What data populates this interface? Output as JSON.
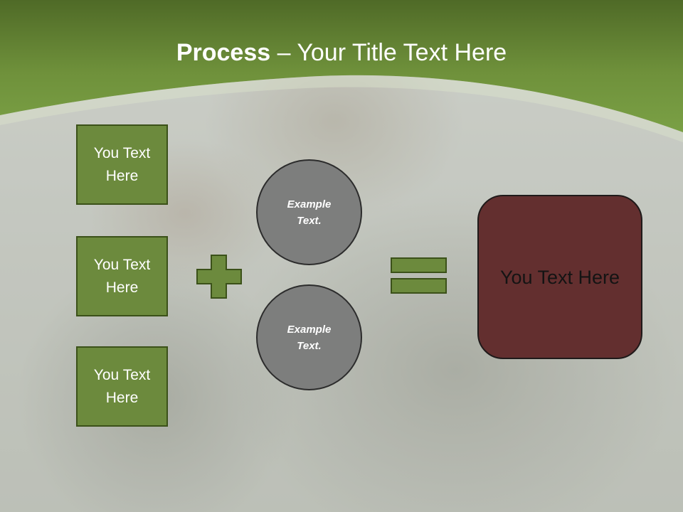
{
  "colors": {
    "header_green": "#6e8e3a",
    "box_green": "#6c8a3d",
    "circle_gray": "#7d7e7d",
    "result_maroon": "#632f2f",
    "operator_green": "#6c8a3d"
  },
  "title": {
    "bold": "Process",
    "rest": " – Your Title Text Here"
  },
  "boxes": [
    {
      "label": "You Text Here"
    },
    {
      "label": "You Text Here"
    },
    {
      "label": "You Text Here"
    }
  ],
  "circles": [
    {
      "label": "Example Text."
    },
    {
      "label": "Example Text."
    }
  ],
  "operators": {
    "plus": "plus-icon",
    "equals": "equals-icon"
  },
  "result": {
    "label": "You Text Here"
  }
}
